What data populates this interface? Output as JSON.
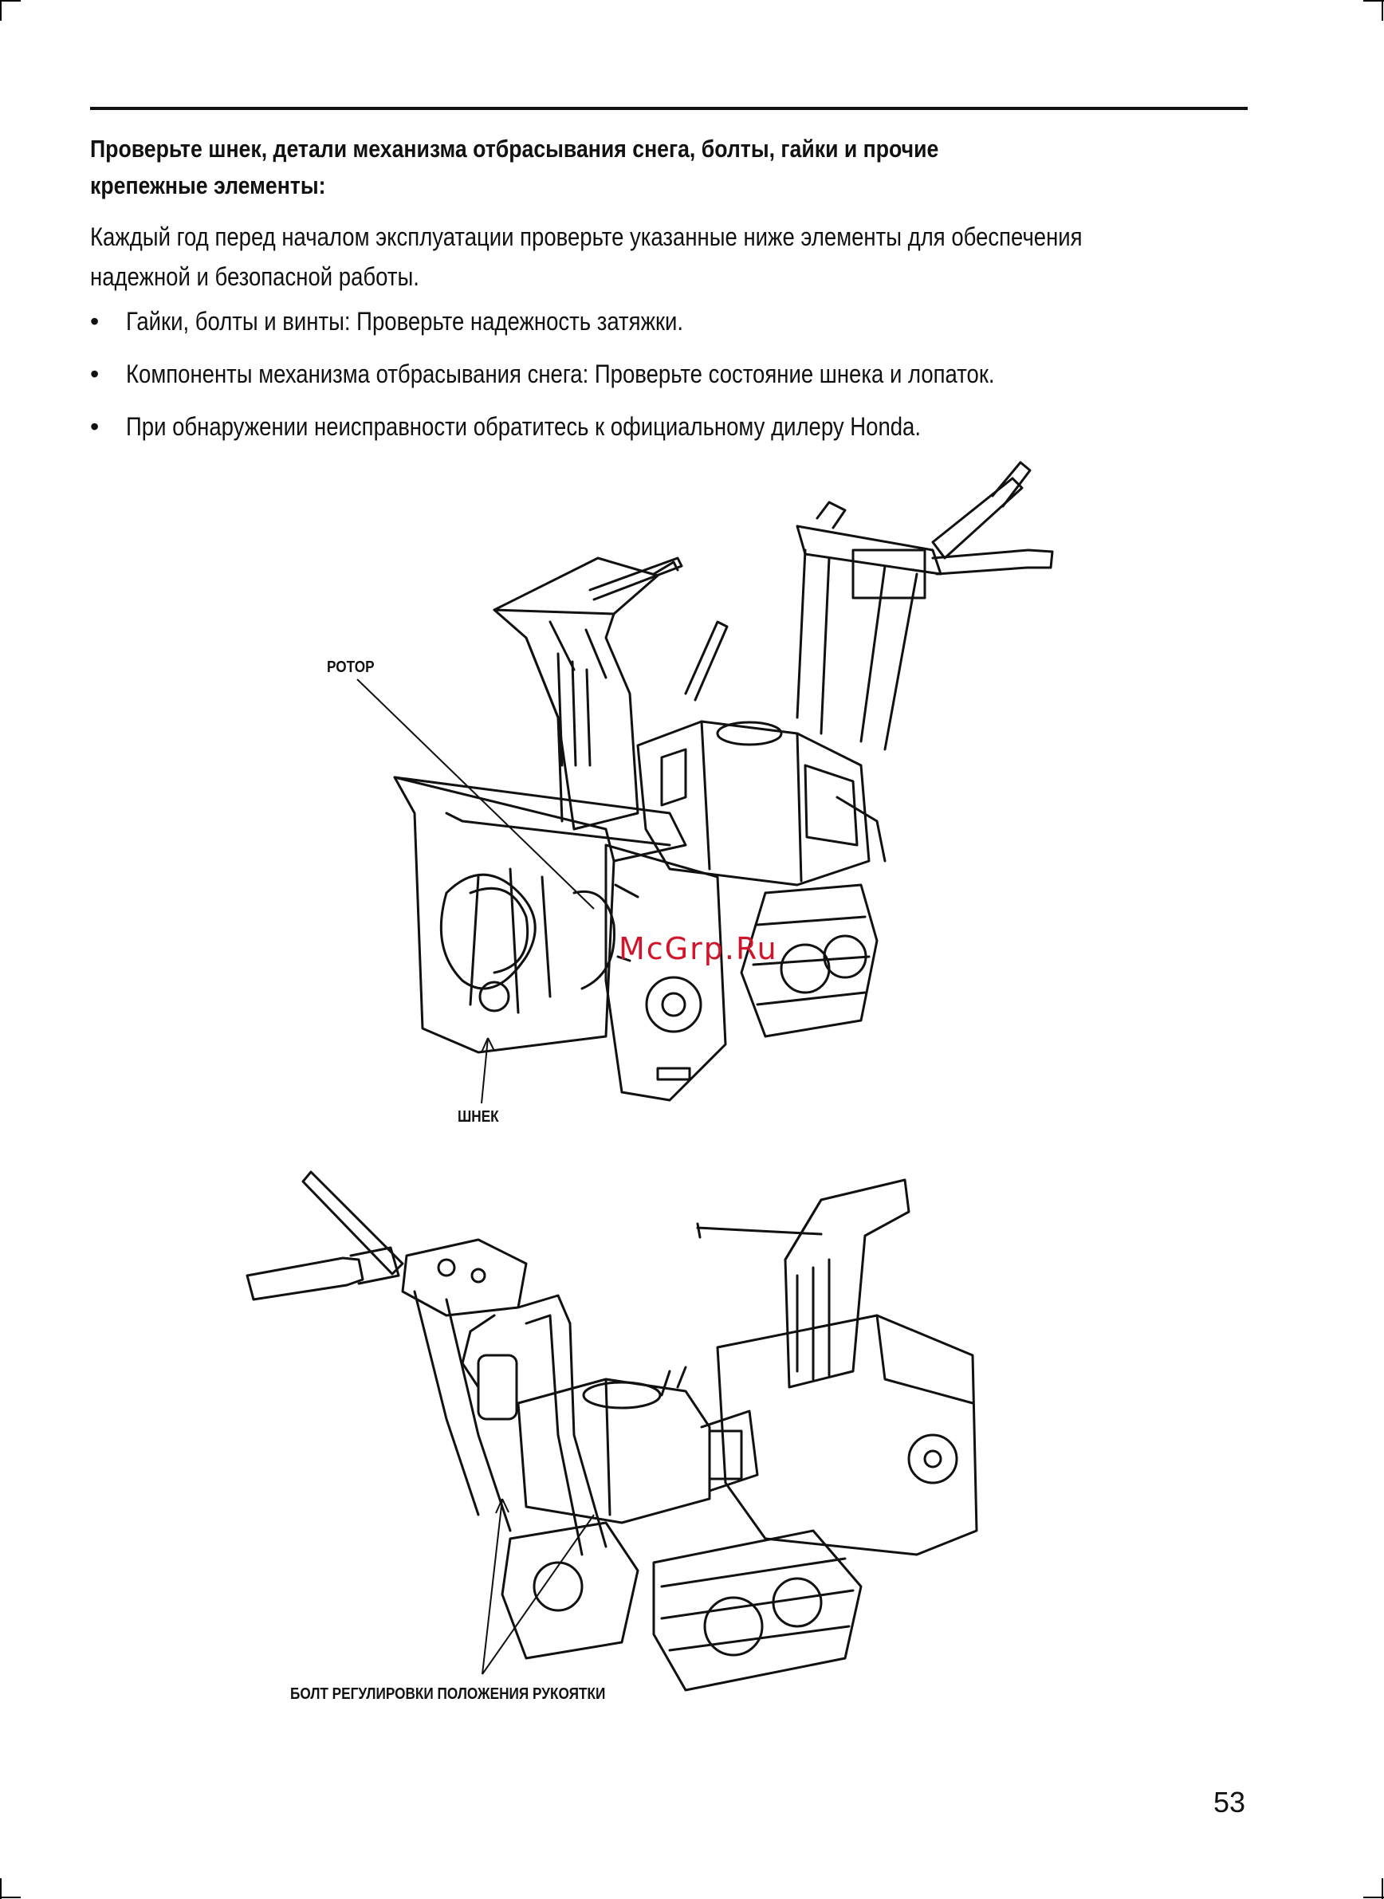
{
  "heading": {
    "line1": "Проверьте шнек, детали механизма отбрасывания снега, болты, гайки и прочие",
    "line2": "крепежные элементы:"
  },
  "intro": {
    "line1": "Каждый год перед началом эксплуатации проверьте указанные ниже элементы для обеспечения",
    "line2": "надежной и безопасной работы."
  },
  "bullets": [
    {
      "marker": "•",
      "text": "Гайки, болты и винты: Проверьте надежность затяжки."
    },
    {
      "marker": "•",
      "text": "Компоненты механизма отбрасывания снега: Проверьте состояние шнека и лопаток."
    },
    {
      "marker": "•",
      "text": "При обнаружении неисправности обратитесь к официальному дилеру Honda."
    }
  ],
  "figure_top": {
    "callouts": {
      "rotor": "РОТОР",
      "auger": "ШНЕК"
    }
  },
  "figure_bottom": {
    "callouts": {
      "handle_bolt": "БОЛТ РЕГУЛИРОВКИ ПОЛОЖЕНИЯ РУКОЯТКИ"
    }
  },
  "watermark": "McGrp.Ru",
  "page_number": "53",
  "colors": {
    "text": "#111111",
    "watermark": "#d2142a",
    "background": "#ffffff"
  }
}
